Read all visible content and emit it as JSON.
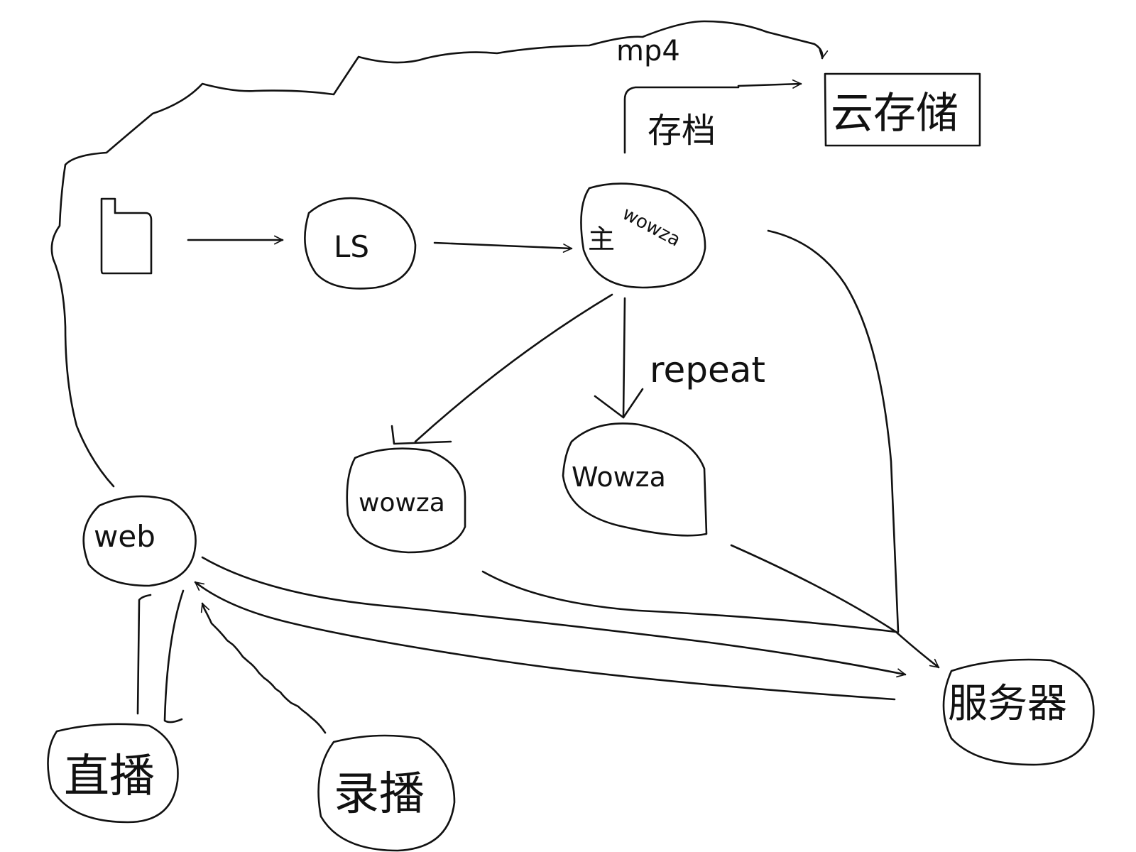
{
  "diagram": {
    "nodes": {
      "source": {
        "label": ""
      },
      "ls": {
        "label": "LS"
      },
      "main": {
        "label_cn": "主",
        "label": "wowza"
      },
      "wowza_a": {
        "label": "wowza"
      },
      "wowza_b": {
        "label": "Wowza"
      },
      "storage": {
        "label": "存档"
      },
      "cloud": {
        "label": "云存储"
      },
      "web": {
        "label": "web"
      },
      "live": {
        "label": "直播"
      },
      "record": {
        "label": "录播"
      },
      "server": {
        "label": "服务器"
      }
    },
    "edge_labels": {
      "mp4": "mp4",
      "repeat": "repeat"
    }
  },
  "colors": {
    "ink": "#111111",
    "background": "#ffffff"
  }
}
